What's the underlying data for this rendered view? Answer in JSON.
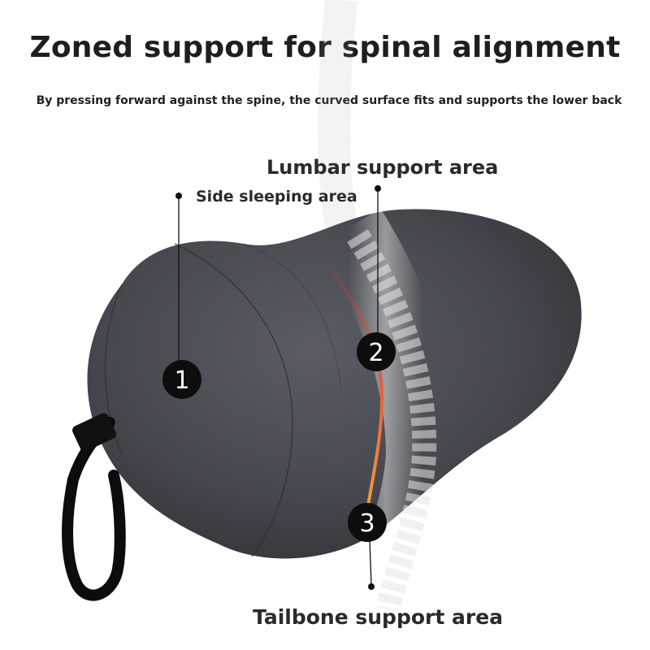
{
  "header": {
    "title": "Zoned support for spinal alignment",
    "subtitle": "By pressing forward against the spine, the curved surface fits and supports the lower back"
  },
  "labels": {
    "lumbar": "Lumbar support area",
    "side": "Side sleeping area",
    "tailbone": "Tailbone support area"
  },
  "markers": [
    {
      "number": "1"
    },
    {
      "number": "2"
    },
    {
      "number": "3"
    }
  ],
  "colors": {
    "pillow_fabric": "#4a4d53",
    "badge": "#0d0d0d",
    "spine_curve": "#e05a3a",
    "text": "#1e1e1e"
  }
}
